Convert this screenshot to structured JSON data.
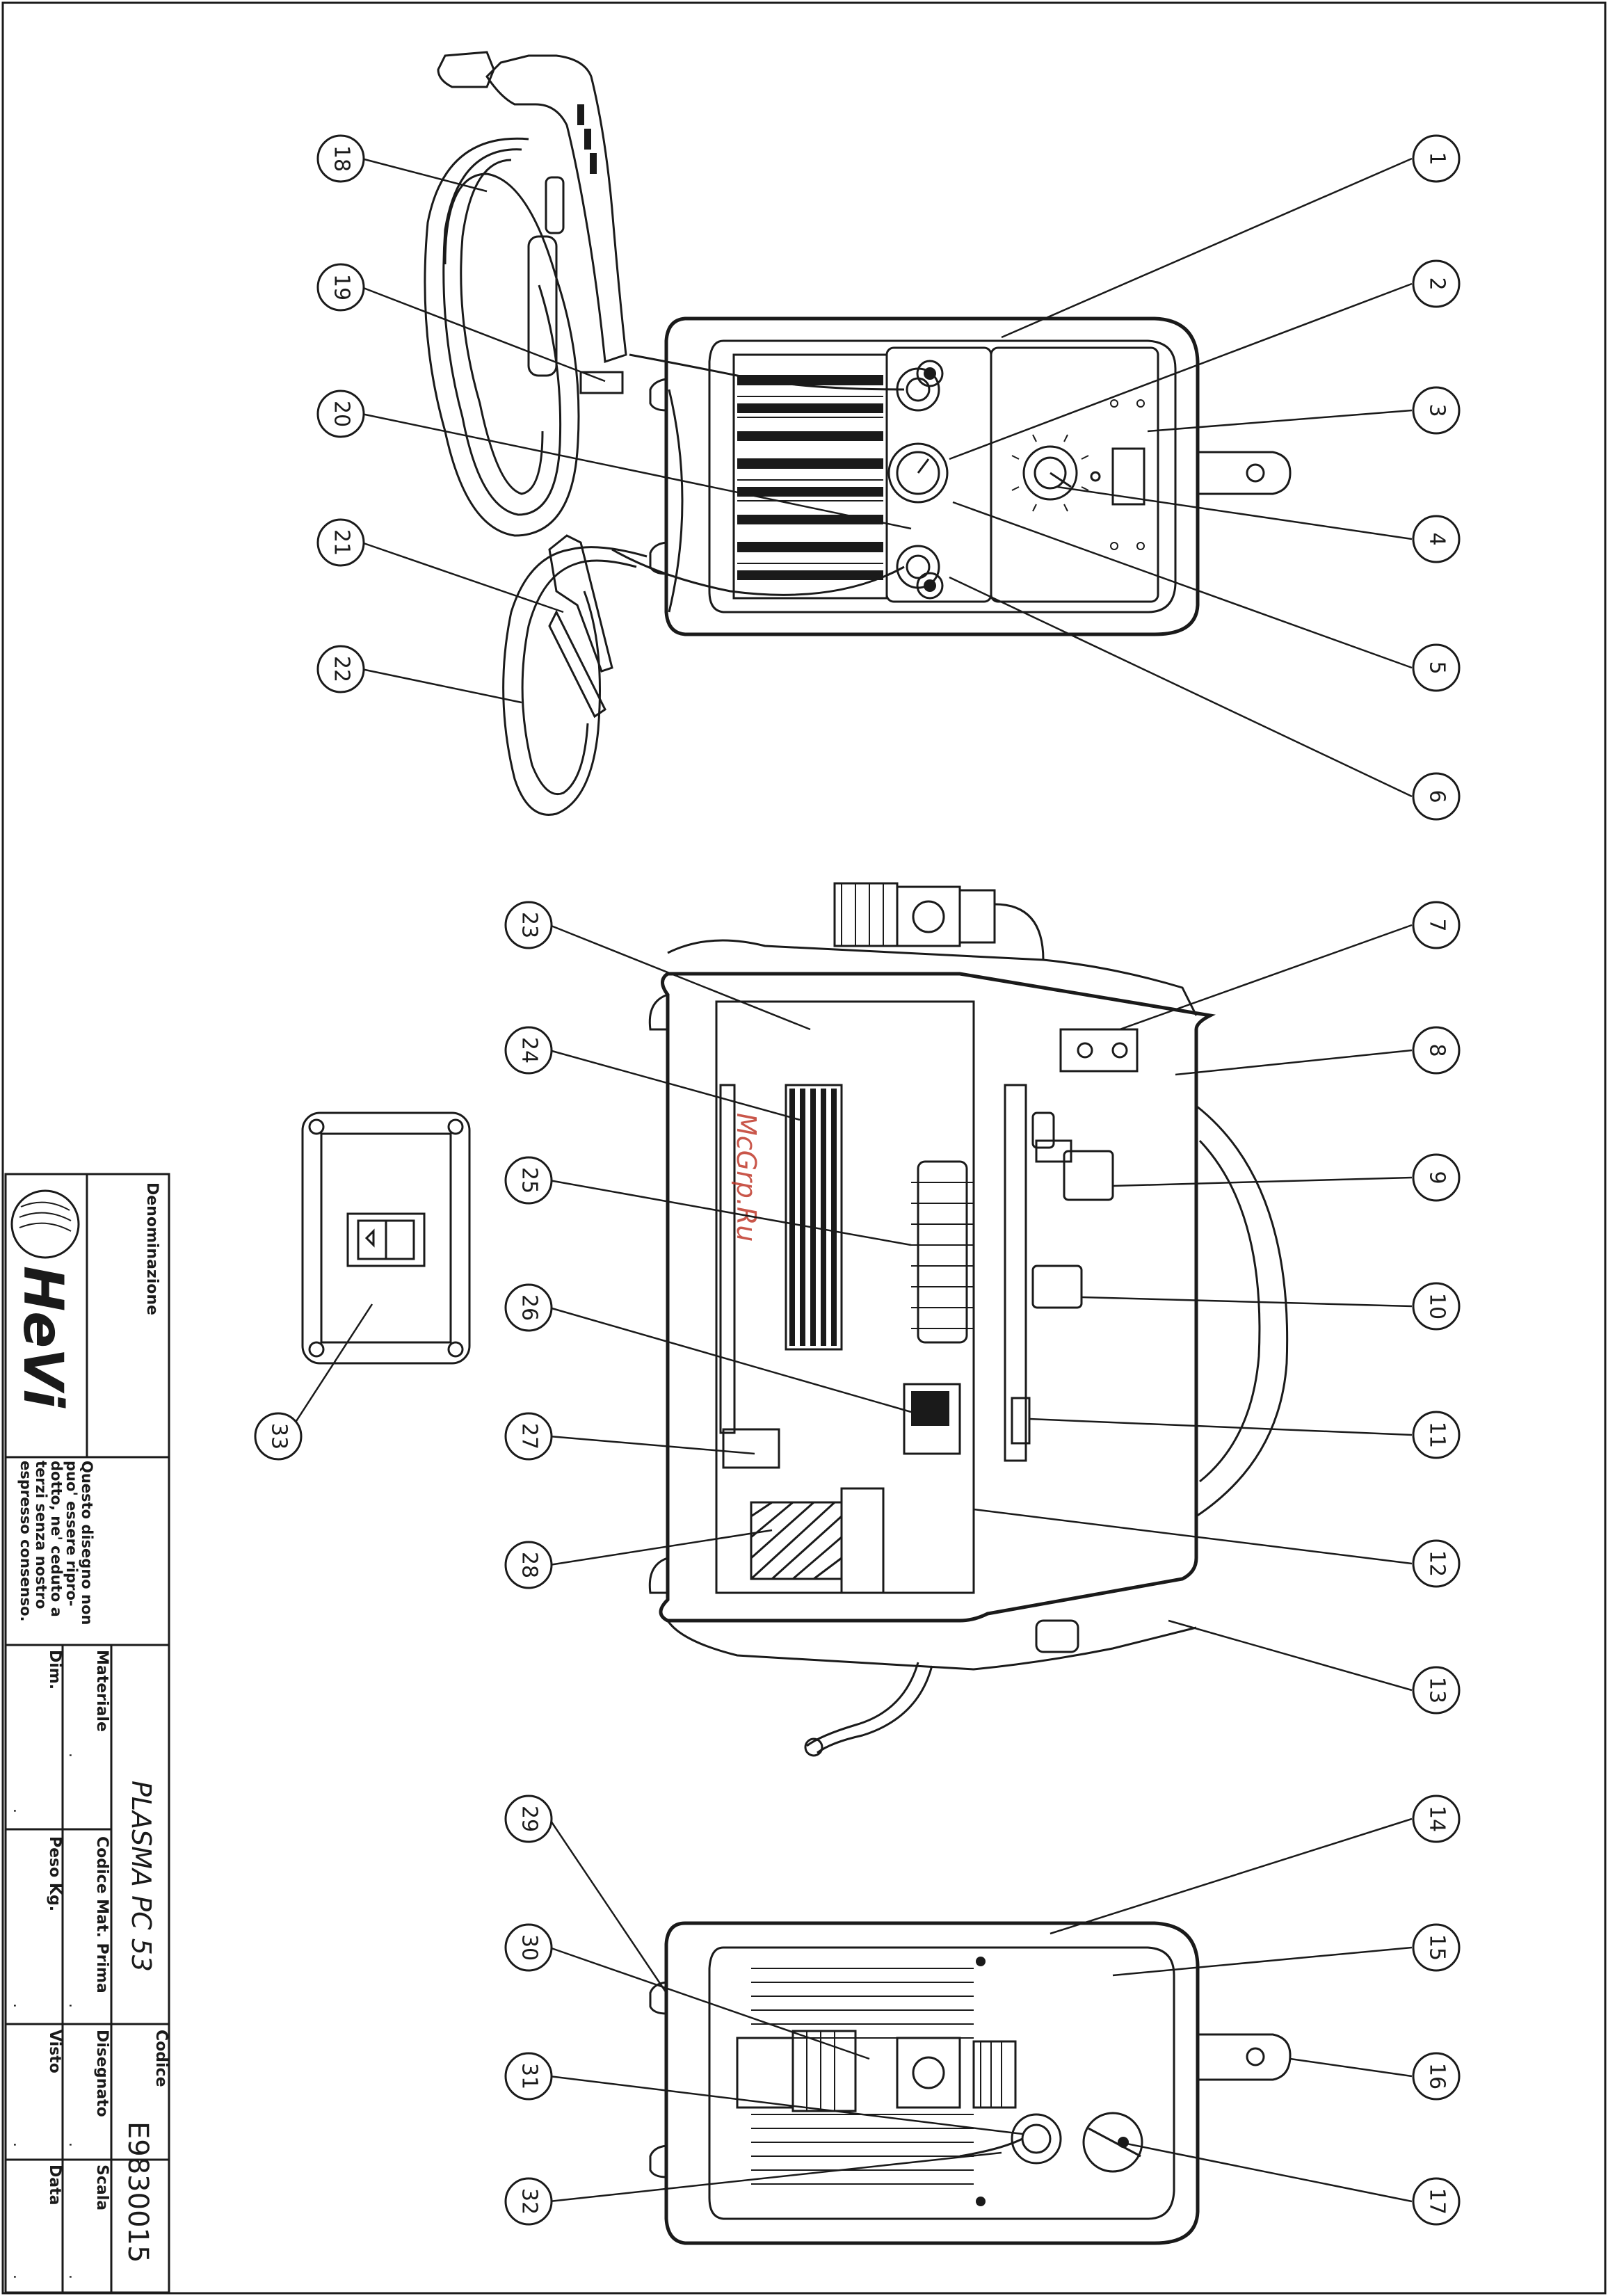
{
  "title_block": {
    "denominazione_label": "Denominazione",
    "denominazione_value": "PLASMA PC 53",
    "codice_label": "Codice",
    "codice_value": "E9830015",
    "materiale_label": "Materiale",
    "materiale_value": ".",
    "codice_mat_prima_label": "Codice Mat. Prima",
    "codice_mat_prima_value": ".",
    "disegnato_label": "Disegnato",
    "disegnato_value": ".",
    "scala_label": "Scala",
    "scala_value": ".",
    "dim_label": "Dim.",
    "dim_value": ".",
    "peso_label": "Peso Kg.",
    "peso_value": ".",
    "visto_label": "Visto",
    "visto_value": ".",
    "data_label": "Data",
    "data_value": ".",
    "notice_lines": [
      "Questo disegno non",
      "puo' essere ripro-",
      "dotto, ne' ceduto a",
      "terzi senza nostro",
      "espresso consenso."
    ],
    "logo_text": "HeVi"
  },
  "watermark": "McGrp.Ru",
  "balloons": [
    "1",
    "2",
    "3",
    "4",
    "5",
    "6",
    "7",
    "8",
    "9",
    "10",
    "11",
    "12",
    "13",
    "14",
    "15",
    "16",
    "17",
    "18",
    "19",
    "20",
    "21",
    "22",
    "23",
    "24",
    "25",
    "26",
    "27",
    "28",
    "29",
    "30",
    "31",
    "32",
    "33"
  ]
}
